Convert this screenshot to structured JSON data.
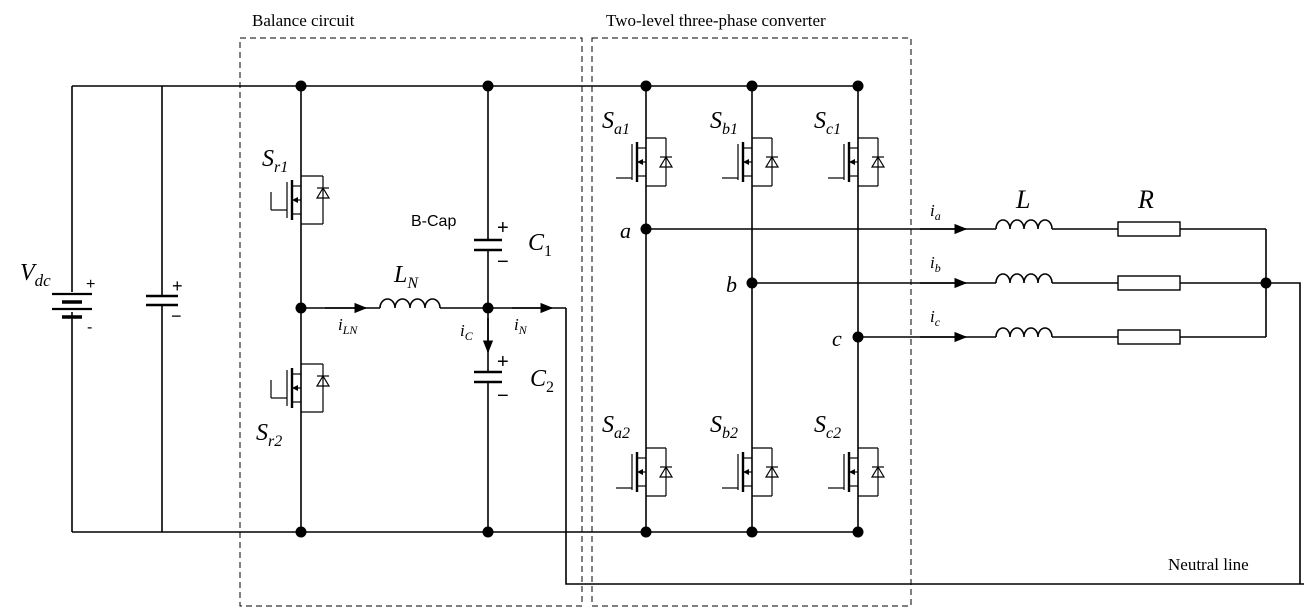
{
  "boxes": {
    "balance": "Balance circuit",
    "converter": "Two-level three-phase converter"
  },
  "source": {
    "V": "V",
    "sub": "dc",
    "plus": "+",
    "minus": "-"
  },
  "dccap": {
    "plus": "+",
    "minus": "−"
  },
  "switches": {
    "sr1": {
      "S": "S",
      "sub": "r1"
    },
    "sr2": {
      "S": "S",
      "sub": "r2"
    },
    "sa1": {
      "S": "S",
      "sub": "a1"
    },
    "sb1": {
      "S": "S",
      "sub": "b1"
    },
    "sc1": {
      "S": "S",
      "sub": "c1"
    },
    "sa2": {
      "S": "S",
      "sub": "a2"
    },
    "sb2": {
      "S": "S",
      "sub": "b2"
    },
    "sc2": {
      "S": "S",
      "sub": "c2"
    }
  },
  "balance": {
    "bcap": "B-Cap",
    "c1": {
      "C": "C",
      "sub": "1",
      "plus": "+",
      "minus": "−"
    },
    "c2": {
      "C": "C",
      "sub": "2",
      "plus": "+",
      "minus": "−"
    },
    "ln": {
      "L": "L",
      "sub": "N"
    },
    "iln": {
      "i": "i",
      "sub": "LN"
    },
    "ic": {
      "i": "i",
      "sub": "C"
    },
    "in": {
      "i": "i",
      "sub": "N"
    }
  },
  "nodes": {
    "a": "a",
    "b": "b",
    "c": "c"
  },
  "load": {
    "L": "L",
    "R": "R",
    "ia": {
      "i": "i",
      "sub": "a"
    },
    "ib": {
      "i": "i",
      "sub": "b"
    },
    "ic": {
      "i": "i",
      "sub": "c"
    }
  },
  "neutral": "Neutral line"
}
